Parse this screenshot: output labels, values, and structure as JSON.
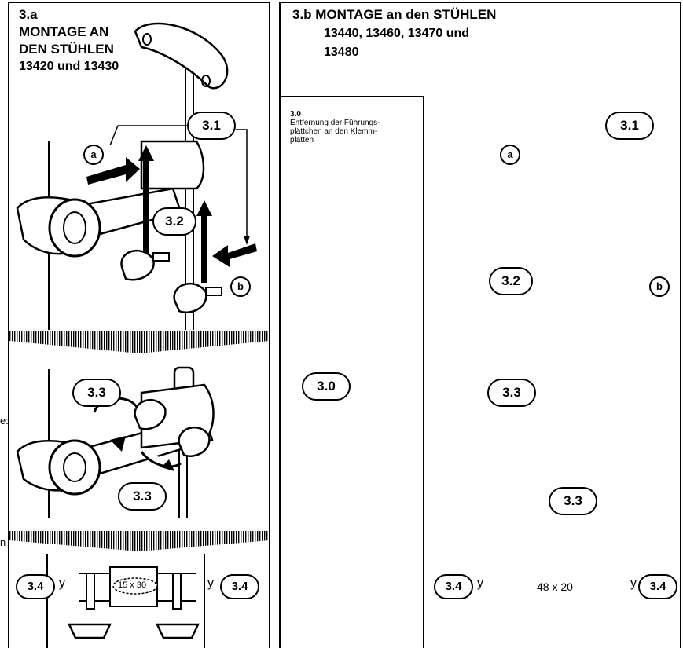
{
  "panel_a": {
    "title_line1": "3.a",
    "title_line2": "MONTAGE AN",
    "title_line3": "DEN STÜHLEN",
    "title_line4": "13420 und 13430",
    "step_31": "3.1",
    "step_32": "3.2",
    "step_33_top": "3.3",
    "step_33_bottom": "3.3",
    "step_34_left": "3.4",
    "step_34_right": "3.4",
    "label_a": "a",
    "label_b": "b",
    "y_left": "y",
    "y_right": "y",
    "tube_dimension": "15 x 30"
  },
  "panel_b": {
    "title_line1": "3.b MONTAGE an den STÜHLEN",
    "title_line2": "13440, 13460, 13470 und",
    "title_line3": "13480",
    "step_31": "3.1",
    "step_32": "3.2",
    "step_33_top": "3.3",
    "step_33_bottom": "3.3",
    "step_34_left": "3.4",
    "step_34_right": "3.4",
    "label_a": "a",
    "label_b": "b",
    "y_left": "y",
    "y_right": "y",
    "tube_dimension": "48 x 20"
  },
  "inset": {
    "heading": "3.0",
    "desc_line1": "Entfernung der Führungs-",
    "desc_line2": "plättchen an den Klemm-",
    "desc_line3": "platten",
    "step_30": "3.0"
  },
  "margin": {
    "fragment_1": "e:",
    "fragment_2": "n"
  }
}
